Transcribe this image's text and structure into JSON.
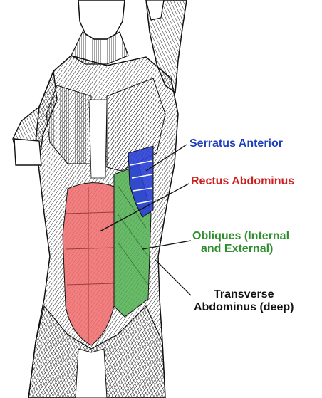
{
  "labels": {
    "serratus": {
      "text": "Serratus Anterior",
      "color": "#1f3fbf"
    },
    "rectus": {
      "text": "Rectus Abdominus",
      "color": "#cc1f1f"
    },
    "obliques": {
      "line1": "Obliques (Internal",
      "line2": "and External)",
      "color": "#2f8f2f"
    },
    "transverse": {
      "line1": "Transverse",
      "line2": "Abdominus (deep)",
      "color": "#111111"
    }
  },
  "colors": {
    "rectus_fill": "#f06a6a",
    "oblique_fill": "#4fae4f",
    "serratus_fill": "#2a3fd6",
    "ink": "#1a1a1a"
  }
}
